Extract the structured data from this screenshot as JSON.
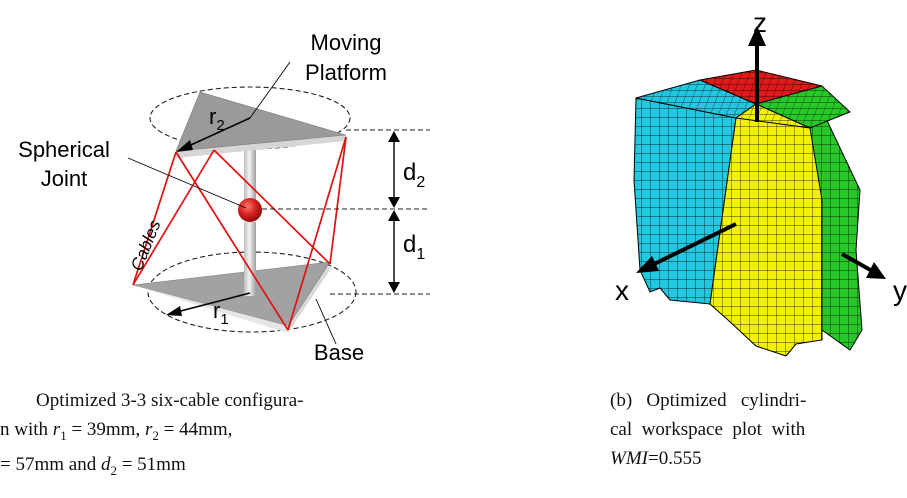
{
  "figure_a": {
    "labels": {
      "moving_line1": "Moving",
      "moving_line2": "Platform",
      "spherical_line1": "Spherical",
      "spherical_line2": "Joint",
      "cables": "Cables",
      "base": "Base",
      "r2": "r",
      "r2_sub": "2",
      "r1": "r",
      "r1_sub": "1",
      "d2": "d",
      "d2_sub": "2",
      "d1": "d",
      "d1_sub": "1"
    },
    "colors": {
      "cable": "#e01010",
      "joint": "#d42020",
      "platform": "#9a9a9a"
    }
  },
  "figure_b": {
    "axes": {
      "z": "z",
      "x": "x",
      "y": "y"
    },
    "colors": {
      "red": "#e01818",
      "cyan": "#22c8e0",
      "yellow": "#f2f200",
      "green": "#28c828"
    }
  },
  "caption_a": {
    "line1": "Optimized 3-3 six-cable configura-",
    "line2_pre": "n with ",
    "line2_r1": "r",
    "line2_r1_sub": "1",
    "line2_r1_val": " = 39mm, ",
    "line2_r2": "r",
    "line2_r2_sub": "2",
    "line2_r2_val": " = 44mm,",
    "line3_pre": "= 57mm and ",
    "line3_d2": "d",
    "line3_d2_sub": "2",
    "line3_post": " = 51mm"
  },
  "caption_b": {
    "line1": "(b)   Optimized   cylindri-",
    "line2": "cal  workspace  plot  with",
    "line3_wmi": "WMI",
    "line3_val": "=0.555"
  }
}
